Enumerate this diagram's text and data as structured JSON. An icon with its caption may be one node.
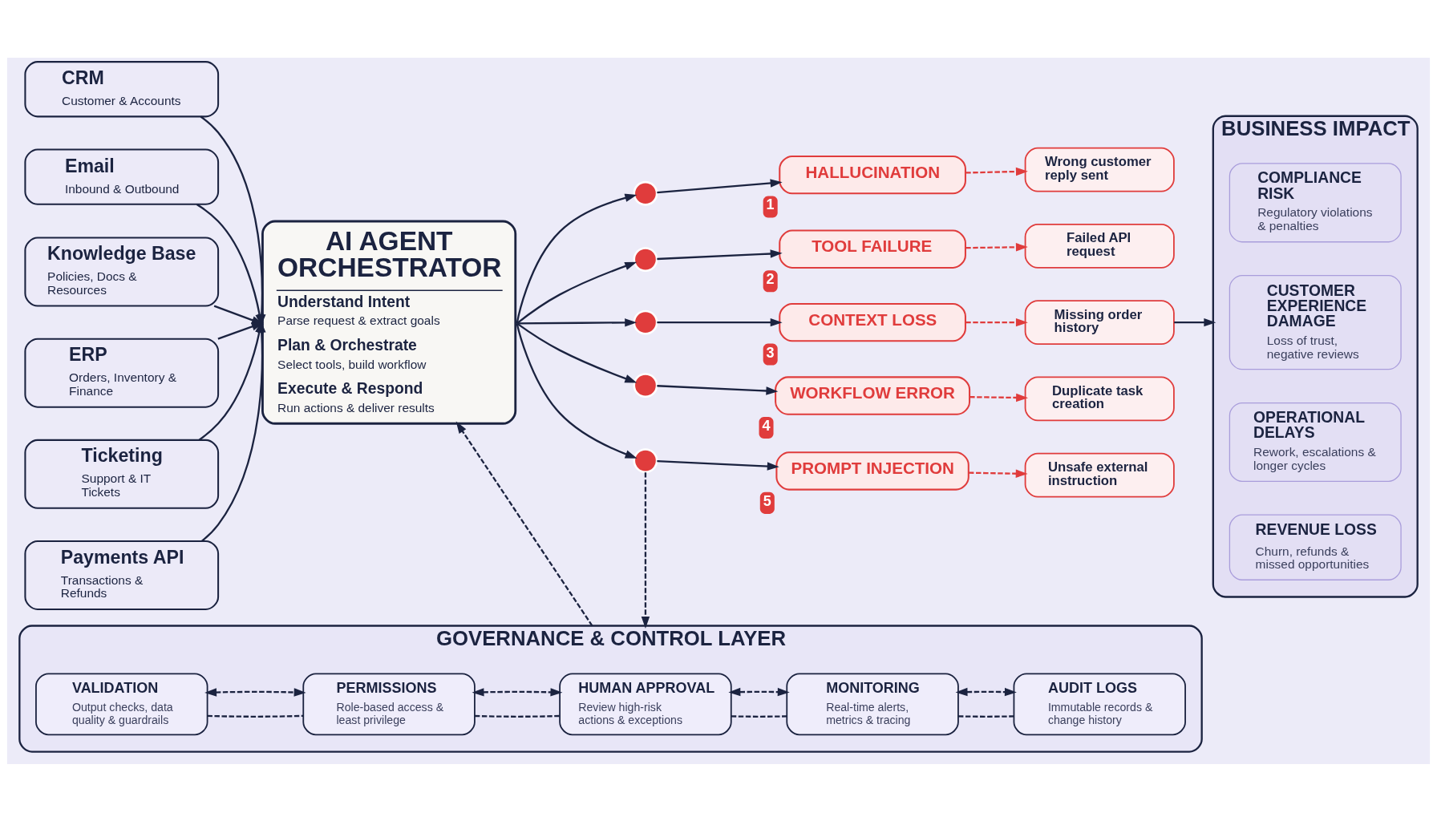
{
  "diagram": {
    "nodes": [
      {
        "text": [
          "CRM",
          "Customer & Accounts"
        ]
      },
      {
        "text": [
          "Email",
          "Inbound & Outbound"
        ]
      },
      {
        "text": [
          "Knowledge Base",
          "Policies, Docs & Resources"
        ]
      },
      {
        "text": [
          "ERP",
          "Orders, Inventory & Finance"
        ]
      },
      {
        "text": [
          "Ticketing",
          "Support & IT Tickets"
        ]
      },
      {
        "text": [
          "Payments API",
          "Transactions & Refunds"
        ]
      },
      {
        "text": [
          "AI AGENT ORCHESTRATOR",
          "Understand Intent",
          "Parse request & extract goals",
          "Plan & Orchestrate",
          "Select tools, build workflow",
          "Execute & Respond",
          "Run actions & deliver results"
        ]
      },
      {
        "text": [],
        "shape": "circle"
      },
      {
        "text": [
          "HALLUCINATION"
        ],
        "beside": [
          "1"
        ]
      },
      {
        "text": [
          "Wrong customer reply sent"
        ]
      },
      {
        "text": [],
        "shape": "circle"
      },
      {
        "text": [
          "TOOL FAILURE"
        ],
        "beside": [
          "2"
        ]
      },
      {
        "text": [
          "Failed API request"
        ]
      },
      {
        "text": [],
        "shape": "circle"
      },
      {
        "text": [
          "CONTEXT LOSS"
        ],
        "beside": [
          "3"
        ]
      },
      {
        "text": [
          "Missing order history"
        ]
      },
      {
        "text": [],
        "shape": "circle"
      },
      {
        "text": [
          "WORKFLOW ERROR"
        ],
        "beside": [
          "4"
        ]
      },
      {
        "text": [
          "Duplicate task creation"
        ]
      },
      {
        "text": [],
        "shape": "circle"
      },
      {
        "text": [
          "PROMPT INJECTION"
        ],
        "beside": [
          "5"
        ]
      },
      {
        "text": [
          "Unsafe external instruction"
        ]
      },
      {
        "text": [
          "BUSINESS IMPACT"
        ]
      },
      {
        "text": [
          "COMPLIANCE RISK",
          "Regulatory violations & penalties"
        ],
        "in": 22
      },
      {
        "text": [
          "CUSTOMER EXPERIENCE DAMAGE",
          "Loss of trust, negative reviews"
        ],
        "in": 22
      },
      {
        "text": [
          "OPERATIONAL DELAYS",
          "Rework, escalations & longer cycles"
        ],
        "in": 22
      },
      {
        "text": [
          "REVENUE LOSS",
          "Churn, refunds & missed opportunities"
        ],
        "in": 22
      },
      {
        "text": [
          "GOVERNANCE & CONTROL LAYER"
        ]
      },
      {
        "text": [
          "VALIDATION",
          "Output checks, data quality & guardrails"
        ],
        "in": 27
      },
      {
        "text": [
          "PERMISSIONS",
          "Role-based access & least privilege"
        ],
        "in": 27
      },
      {
        "text": [
          "HUMAN APPROVAL",
          "Review high-risk actions & exceptions"
        ],
        "in": 27
      },
      {
        "text": [
          "MONITORING",
          "Real-time alerts, metrics & tracing"
        ],
        "in": 27
      },
      {
        "text": [
          "AUDIT LOGS",
          "Immutable records & change history"
        ],
        "in": 27
      }
    ],
    "edges": [
      {
        "from": 0,
        "to": 6,
        "arrow": "to"
      },
      {
        "from": 1,
        "to": 6,
        "arrow": "to"
      },
      {
        "from": 2,
        "to": 6,
        "arrow": "to"
      },
      {
        "from": 3,
        "to": 6,
        "arrow": "to"
      },
      {
        "from": 4,
        "to": 6,
        "arrow": "to"
      },
      {
        "from": 5,
        "to": 6,
        "arrow": "to"
      },
      {
        "from": 6,
        "to": 7,
        "arrow": "to"
      },
      {
        "from": 6,
        "to": 10,
        "arrow": "to"
      },
      {
        "from": 6,
        "to": 13,
        "arrow": "to"
      },
      {
        "from": 6,
        "to": 16,
        "arrow": "to"
      },
      {
        "from": 6,
        "to": 19,
        "arrow": "to"
      },
      {
        "from": 7,
        "to": 8,
        "arrow": "to"
      },
      {
        "from": 10,
        "to": 11,
        "arrow": "to"
      },
      {
        "from": 13,
        "to": 14,
        "arrow": "to"
      },
      {
        "from": 16,
        "to": 17,
        "arrow": "to"
      },
      {
        "from": 19,
        "to": 20,
        "arrow": "to"
      },
      {
        "from": 8,
        "to": 9,
        "arrow": "to",
        "style": "dashed",
        "color": "#e03c3c"
      },
      {
        "from": 11,
        "to": 12,
        "arrow": "to",
        "style": "dashed",
        "color": "#e03c3c"
      },
      {
        "from": 14,
        "to": 15,
        "arrow": "to",
        "style": "dashed",
        "color": "#e03c3c"
      },
      {
        "from": 17,
        "to": 18,
        "arrow": "to",
        "style": "dashed",
        "color": "#e03c3c"
      },
      {
        "from": 20,
        "to": 21,
        "arrow": "to",
        "style": "dashed",
        "color": "#e03c3c"
      },
      {
        "from": 15,
        "to": 22,
        "arrow": "to"
      },
      {
        "from": 19,
        "to": 27,
        "arrow": "to",
        "style": "dashed"
      },
      {
        "from": 27,
        "to": 6,
        "arrow": "to",
        "style": "dashed"
      },
      {
        "from": 28,
        "to": 29,
        "arrow": "none",
        "style": "dashed"
      },
      {
        "from": 29,
        "to": 30,
        "arrow": "none",
        "style": "dashed"
      },
      {
        "from": 30,
        "to": 31,
        "arrow": "none",
        "style": "dashed"
      },
      {
        "from": 31,
        "to": 32,
        "arrow": "none",
        "style": "dashed"
      },
      {
        "from": 28,
        "to": 29,
        "arrow": "both",
        "style": "dashed"
      },
      {
        "from": 29,
        "to": 30,
        "arrow": "both",
        "style": "dashed"
      },
      {
        "from": 30,
        "to": 31,
        "arrow": "both",
        "style": "dashed"
      },
      {
        "from": 31,
        "to": 32,
        "arrow": "both",
        "style": "dashed"
      }
    ]
  }
}
